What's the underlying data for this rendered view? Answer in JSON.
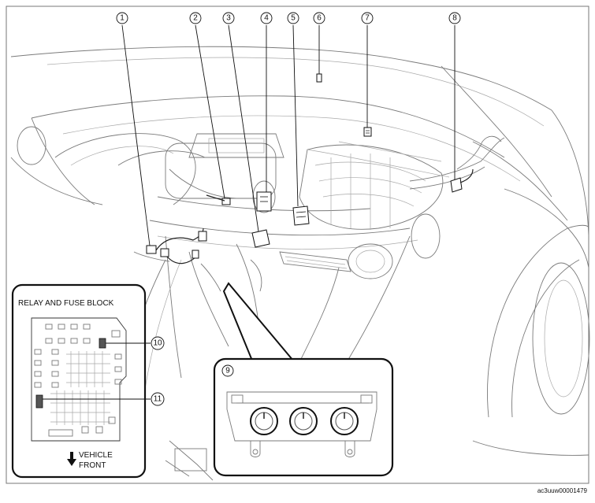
{
  "callouts": {
    "c1": "1",
    "c2": "2",
    "c3": "3",
    "c4": "4",
    "c5": "5",
    "c6": "6",
    "c7": "7",
    "c8": "8",
    "c9": "9",
    "c10": "10",
    "c11": "11"
  },
  "relay_fuse_block": {
    "title": "RELAY AND FUSE BLOCK",
    "direction_line1": "VEHICLE",
    "direction_line2": "FRONT"
  },
  "figure_code": "ac3uuw00001479"
}
